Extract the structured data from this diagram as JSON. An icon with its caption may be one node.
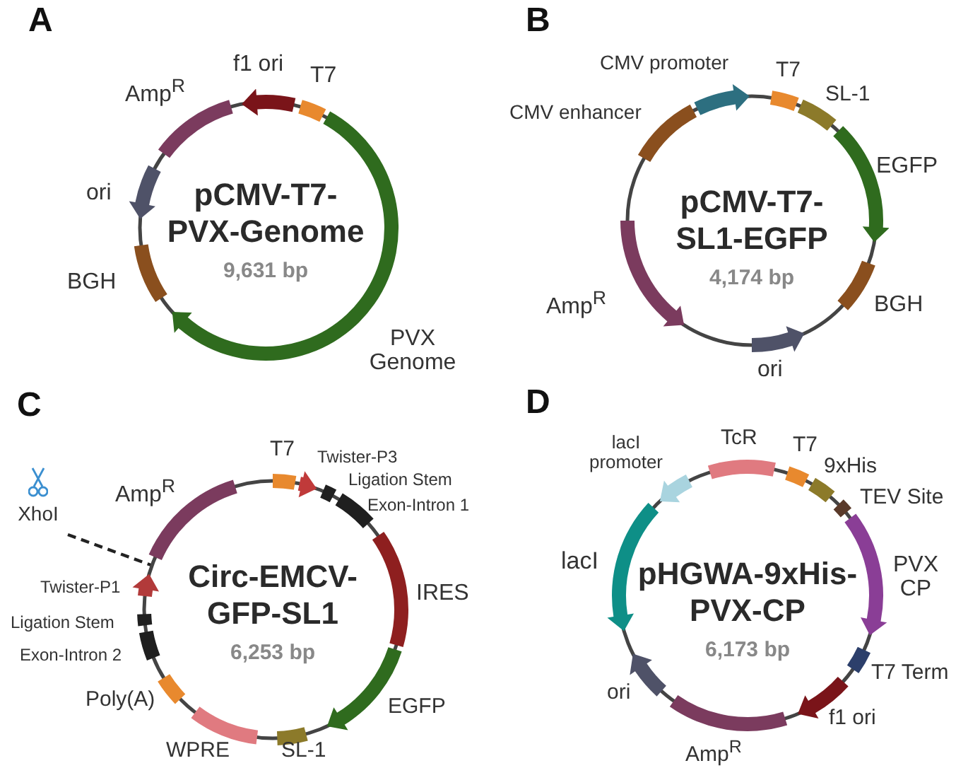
{
  "diagram": {
    "nodes": [
      {
        "text": [
          "pCMV-T7-PVX-Genome",
          "9,631 bp"
        ]
      },
      {
        "text": [
          "pCMV-T7-SL1-EGFP",
          "4,174 bp"
        ]
      },
      {
        "text": [
          "Circ-EMCV-GFP-SL1",
          "6,253 bp"
        ]
      },
      {
        "text": [
          "pHGWA-9xHis-PVX-CP",
          "6,173 bp"
        ]
      },
      {
        "text": [
          "XhoI"
        ]
      }
    ],
    "edges": [
      {
        "from": 4,
        "to": 2,
        "arrow": "none",
        "style": "dashed"
      }
    ],
    "labels": [
      "A",
      "f1 ori",
      "T7",
      "Amp$^{R}$",
      "ori",
      "BGH",
      "PVX Genome",
      "B",
      "CMV promoter",
      "T7",
      "CMV enhancer",
      "SL-1",
      "EGFP",
      "Amp$^{R}$",
      "BGH",
      "ori",
      "C",
      "T7",
      "Twister-P3",
      "Amp$^{R}$",
      "Ligation Stem",
      "Exon-Intron 1",
      "Twister-P1",
      "IRES",
      "Ligation Stem",
      "Exon-Intron 2",
      "Poly(A)",
      "EGFP",
      "WPRE",
      "SL-1",
      "D",
      "lacI promoter",
      "TcR",
      "T7",
      "9xHis",
      "TEV Site",
      "lacI",
      "PVX CP",
      "T7 Term",
      "ori",
      "f1 ori",
      "Amp$^{R}$"
    ]
  }
}
